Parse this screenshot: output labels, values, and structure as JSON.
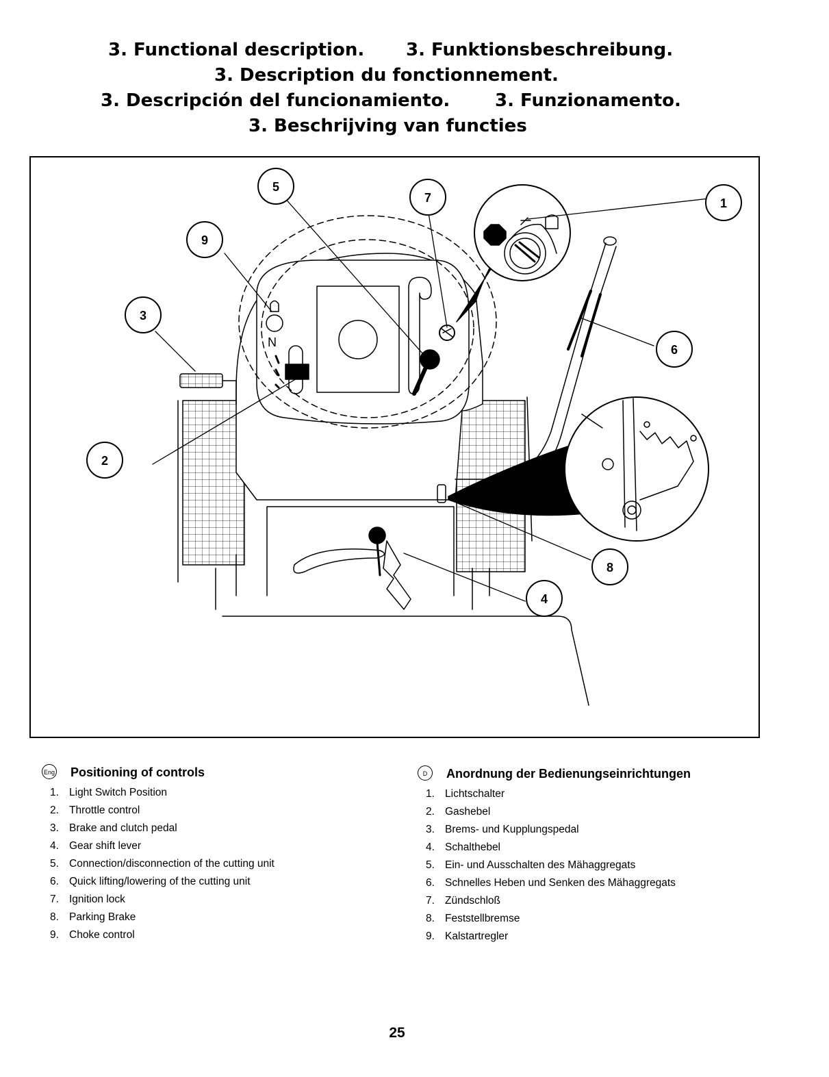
{
  "titles": {
    "line1_en": "3. Functional description.",
    "line1_de": "3. Funktionsbeschreibung.",
    "line2_fr": "3. Description du fonctionnement.",
    "line3_es": "3. Descripción del funcionamiento.",
    "line3_it": "3. Funzionamento.",
    "line4_nl": "3. Beschrijving van functies"
  },
  "diagram": {
    "callouts": [
      "1",
      "2",
      "3",
      "4",
      "5",
      "6",
      "7",
      "8",
      "9"
    ],
    "neutral_mark": "N"
  },
  "legend_en": {
    "badge": "Eng",
    "heading": "Positioning of controls",
    "items": [
      {
        "num": "1.",
        "text": "Light Switch Position"
      },
      {
        "num": "2.",
        "text": "Throttle control"
      },
      {
        "num": "3.",
        "text": "Brake and clutch pedal"
      },
      {
        "num": "4.",
        "text": "Gear shift  lever"
      },
      {
        "num": "5.",
        "text": "Connection/disconnection  of the  cutting unit"
      },
      {
        "num": "6.",
        "text": "Quick lifting/lowering  of the cutting unit"
      },
      {
        "num": "7.",
        "text": "Ignition lock"
      },
      {
        "num": "8.",
        "text": "Parking Brake"
      },
      {
        "num": "9.",
        "text": "Choke control"
      }
    ]
  },
  "legend_de": {
    "badge": "D",
    "heading": "Anordnung der Bedienungseinrichtungen",
    "items": [
      {
        "num": "1.",
        "text": "Lichtschalter"
      },
      {
        "num": "2.",
        "text": "Gashebel"
      },
      {
        "num": "3.",
        "text": "Brems-  und  Kupplungspedal"
      },
      {
        "num": "4.",
        "text": "Schalthebel"
      },
      {
        "num": "5.",
        "text": "Ein-  und  Ausschalten  des  Mähaggregats"
      },
      {
        "num": "6.",
        "text": "Schnelles  Heben  und  Senken  des  Mähaggregats"
      },
      {
        "num": "7.",
        "text": "Zündschloß"
      },
      {
        "num": "8.",
        "text": "Feststellbremse"
      },
      {
        "num": "9.",
        "text": "Kalstartregler"
      }
    ]
  },
  "page_number": "25"
}
